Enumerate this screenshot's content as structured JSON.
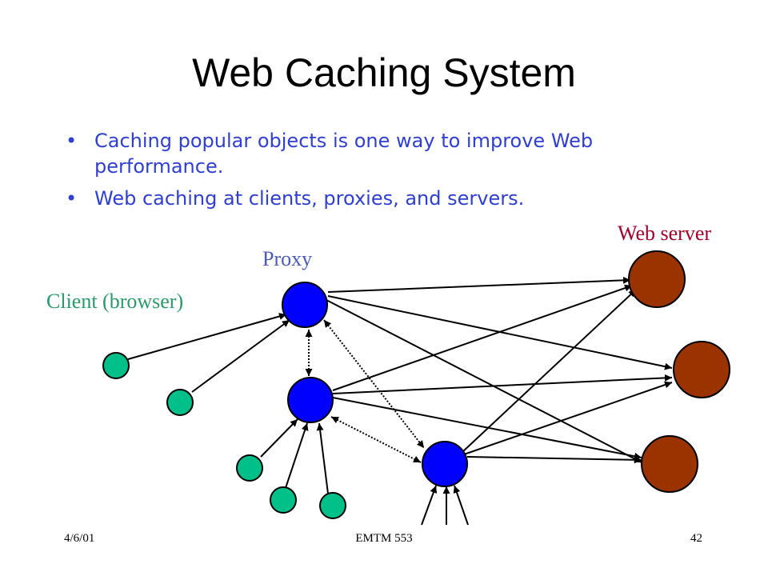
{
  "slide": {
    "title": "Web Caching System",
    "bullets": [
      "Caching popular objects is one way to improve Web performance.",
      "Web caching at clients, proxies, and servers."
    ]
  },
  "diagram": {
    "labels": {
      "web_server": "Web server",
      "proxy": "Proxy",
      "client": "Client (browser)"
    },
    "colors": {
      "client": "#00c08a",
      "proxy": "#0000ff",
      "server": "#9a3300",
      "bullet_text": "#2f3fd0",
      "proxy_label": "#4a5ab8",
      "client_label": "#2a9a6a",
      "server_label": "#a0002a"
    }
  },
  "footer": {
    "date": "4/6/01",
    "course": "EMTM 553",
    "page": "42"
  }
}
